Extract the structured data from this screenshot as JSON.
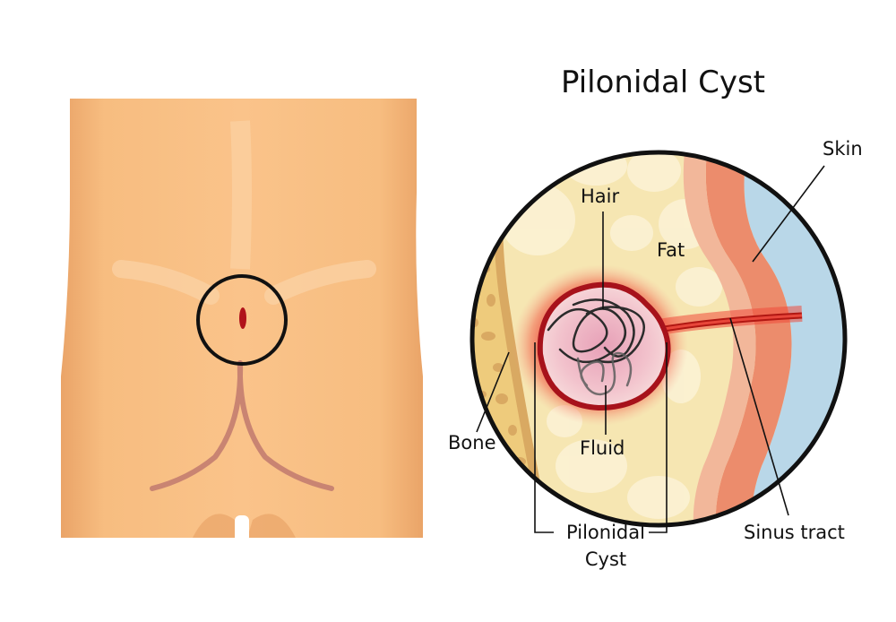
{
  "title": "Pilonidal Cyst",
  "labels": {
    "skin": "Skin",
    "hair": "Hair",
    "fat": "Fat",
    "bone": "Bone",
    "fluid": "Fluid",
    "cyst_line1": "Pilonidal",
    "cyst_line2": "Cyst",
    "sinus_tract": "Sinus tract"
  },
  "colors": {
    "skin_tone": "#f7bd80",
    "skin_layer": "#ec8c6c",
    "fat": "#f6e6b2",
    "bone": "#eecb7c",
    "outside_air": "#b9d7e8",
    "inflammation": "#e8231e",
    "cyst_fill": "#f2c2cc",
    "outline": "#111111"
  }
}
